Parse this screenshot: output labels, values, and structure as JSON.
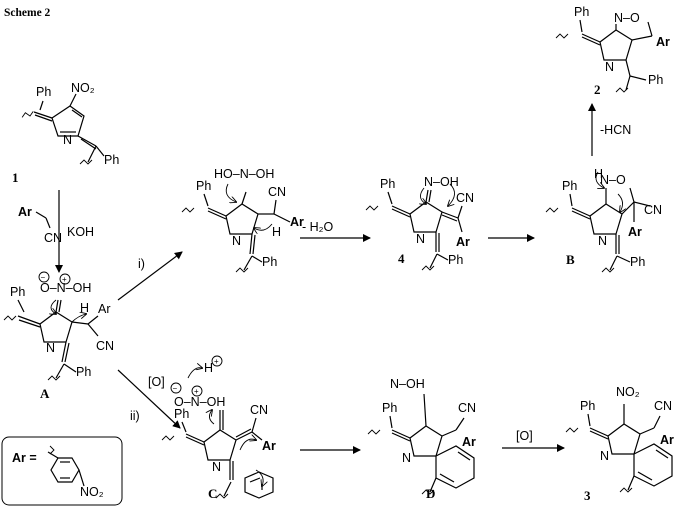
{
  "title": "Scheme 2",
  "compounds": {
    "c1": "1",
    "cA": "A",
    "c4": "4",
    "cB": "B",
    "c2": "2",
    "cC": "C",
    "cD": "D",
    "c3": "3"
  },
  "reagents": {
    "koh": "KOH",
    "i": "i)",
    "ii": "ii)",
    "ox": "[O]",
    "ox2": "[O]",
    "water_loss": "- H₂O",
    "hcn_loss": "-HCN",
    "ar": "Ar",
    "cn": "CN"
  },
  "atoms": {
    "Ph": "Ph",
    "N": "N",
    "Ar": "Ar",
    "CN": "CN",
    "NO2": "NO₂",
    "O": "O",
    "OH": "OH",
    "HO": "HO",
    "H": "H",
    "N_OH": "N–OH",
    "HO_N_OH": "HO–N–OH",
    "N_O": "N–O",
    "O_N_OH": "O–N–OH",
    "N_OH_b": "N–OH",
    "ar_eq": "Ar ="
  },
  "charges": {
    "minus": "−",
    "plus": "+"
  }
}
